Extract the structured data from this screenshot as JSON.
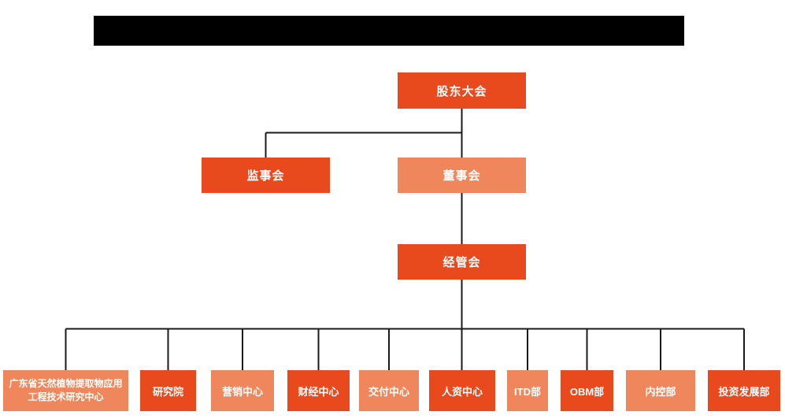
{
  "chart": {
    "type": "org-chart",
    "colors": {
      "primary": "#e8491d",
      "secondary": "#f0875c",
      "line": "#1a1a1a"
    },
    "nodes": {
      "level1": [
        {
          "label": "股东大会",
          "variant": "dark"
        }
      ],
      "level2": [
        {
          "label": "监事会",
          "variant": "dark"
        },
        {
          "label": "董事会",
          "variant": "light"
        }
      ],
      "level3": [
        {
          "label": "经管会",
          "variant": "dark"
        }
      ],
      "level4": [
        {
          "label": "广东省天然植物提取物应用工程技术研究中心",
          "variant": "light"
        },
        {
          "label": "研究院",
          "variant": "dark"
        },
        {
          "label": "营销中心",
          "variant": "light"
        },
        {
          "label": "财经中心",
          "variant": "dark"
        },
        {
          "label": "交付中心",
          "variant": "light"
        },
        {
          "label": "人资中心",
          "variant": "dark"
        },
        {
          "label": "ITD部",
          "variant": "light"
        },
        {
          "label": "OBM部",
          "variant": "dark"
        },
        {
          "label": "内控部",
          "variant": "light"
        },
        {
          "label": "投资发展部",
          "variant": "dark"
        }
      ]
    }
  }
}
